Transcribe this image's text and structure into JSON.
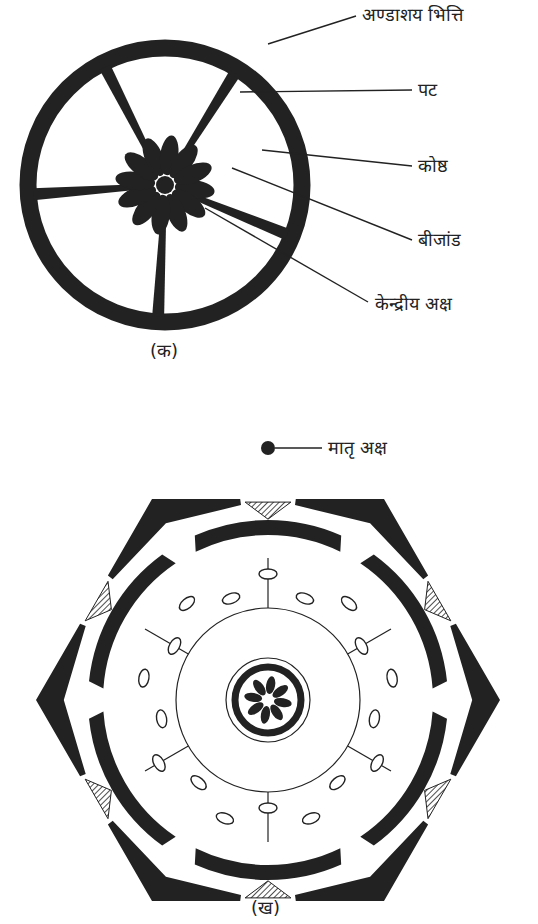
{
  "diagram": {
    "labels": [
      "अण्डाशय भित्ति",
      "पट",
      "कोष्ठ",
      "बीजांड",
      "केन्द्रीय अक्ष",
      "(क)",
      "मातृ अक्ष",
      "(ख)"
    ]
  }
}
